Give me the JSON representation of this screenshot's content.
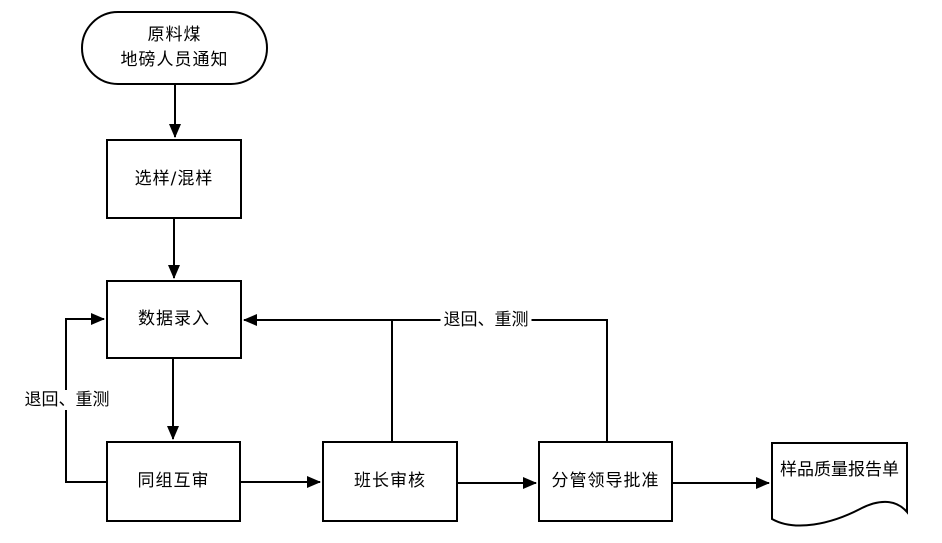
{
  "diagram": {
    "type": "flowchart",
    "stroke_color": "#000000",
    "fill_color": "#ffffff",
    "nodes": [
      {
        "id": "start",
        "shape": "terminator",
        "lines": [
          "原料煤",
          "地磅人员通知"
        ]
      },
      {
        "id": "select-mix-sample",
        "shape": "process",
        "label": "选样/混样"
      },
      {
        "id": "data-entry",
        "shape": "process",
        "label": "数据录入"
      },
      {
        "id": "peer-cross-review",
        "shape": "process",
        "label": "同组互审"
      },
      {
        "id": "shift-leader-review",
        "shape": "process",
        "label": "班长审核"
      },
      {
        "id": "manager-approval",
        "shape": "process",
        "label": "分管领导批准"
      },
      {
        "id": "quality-report",
        "shape": "document",
        "label": "样品质量报告单"
      }
    ],
    "edges": [
      {
        "from": "start",
        "to": "select-mix-sample",
        "label": ""
      },
      {
        "from": "select-mix-sample",
        "to": "data-entry",
        "label": ""
      },
      {
        "from": "data-entry",
        "to": "peer-cross-review",
        "label": ""
      },
      {
        "from": "peer-cross-review",
        "to": "shift-leader-review",
        "label": ""
      },
      {
        "from": "shift-leader-review",
        "to": "manager-approval",
        "label": ""
      },
      {
        "from": "manager-approval",
        "to": "quality-report",
        "label": ""
      },
      {
        "from": "peer-cross-review",
        "to": "data-entry",
        "label": "退回、重测"
      },
      {
        "from": "shift-leader-review",
        "to": "data-entry",
        "label": "退回、重测"
      },
      {
        "from": "manager-approval",
        "to": "data-entry",
        "label": "退回、重测"
      }
    ],
    "edge_labels": {
      "left_loop": "退回、重测",
      "top_loop": "退回、重测"
    }
  }
}
